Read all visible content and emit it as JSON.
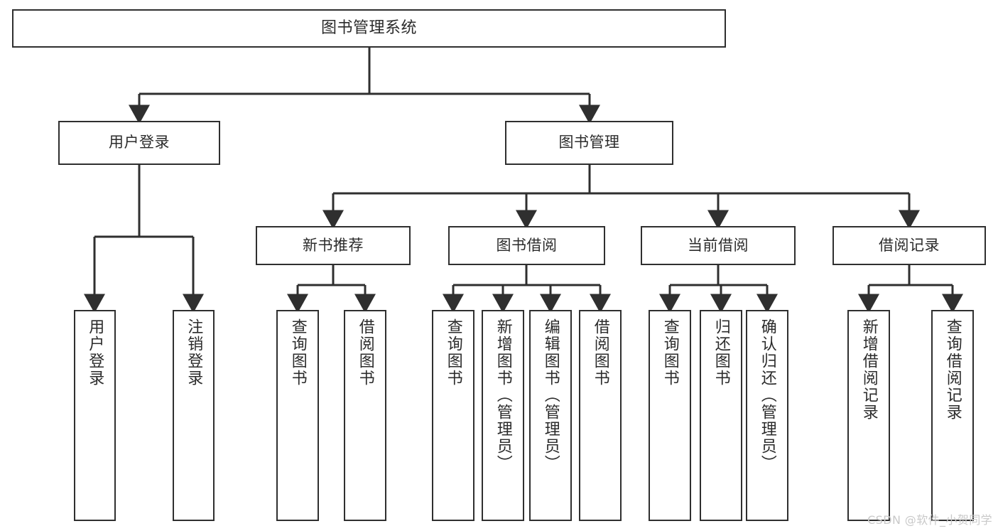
{
  "diagram": {
    "title": "图书管理系统",
    "type": "tree-hierarchy",
    "watermark": "CSDN @软件_小贺同学",
    "colors": {
      "border": "#2f2f2f",
      "background": "#ffffff",
      "text": "#2b2b2b",
      "watermark": "#c9c9c9"
    },
    "root": {
      "label": "图书管理系统"
    },
    "level2": [
      {
        "label": "用户登录"
      },
      {
        "label": "图书管理"
      }
    ],
    "level3": [
      {
        "label": "新书推荐"
      },
      {
        "label": "图书借阅"
      },
      {
        "label": "当前借阅"
      },
      {
        "label": "借阅记录"
      }
    ],
    "leaves": [
      {
        "label": "用户登录",
        "parent": "用户登录"
      },
      {
        "label": "注销登录",
        "parent": "用户登录"
      },
      {
        "label": "查询图书",
        "parent": "新书推荐"
      },
      {
        "label": "借阅图书",
        "parent": "新书推荐"
      },
      {
        "label": "查询图书",
        "parent": "图书借阅"
      },
      {
        "label": "新增图书（管理员）",
        "parent": "图书借阅"
      },
      {
        "label": "编辑图书（管理员）",
        "parent": "图书借阅"
      },
      {
        "label": "借阅图书",
        "parent": "图书借阅"
      },
      {
        "label": "查询图书",
        "parent": "当前借阅"
      },
      {
        "label": "归还图书",
        "parent": "当前借阅"
      },
      {
        "label": "确认归还（管理员）",
        "parent": "当前借阅"
      },
      {
        "label": "新增借阅记录",
        "parent": "借阅记录"
      },
      {
        "label": "查询借阅记录",
        "parent": "借阅记录"
      }
    ]
  }
}
